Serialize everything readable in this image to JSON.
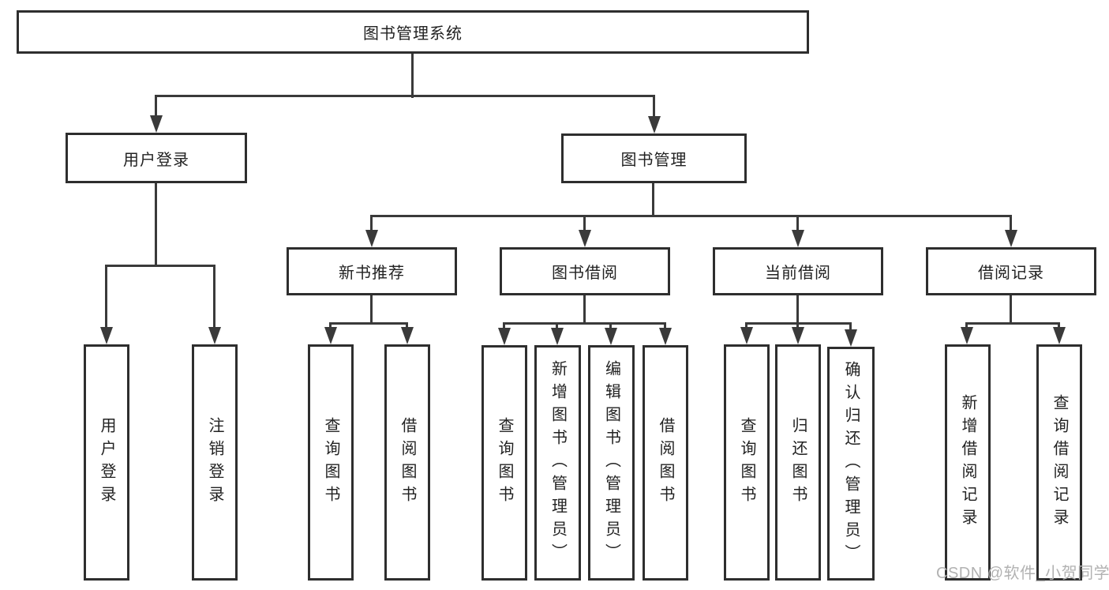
{
  "tree": {
    "root": "图书管理系统",
    "level2": [
      {
        "label": "用户登录",
        "children": [
          "用户登录",
          "注销登录"
        ]
      },
      {
        "label": "图书管理",
        "children": [
          {
            "label": "新书推荐",
            "children": [
              "查询图书",
              "借阅图书"
            ]
          },
          {
            "label": "图书借阅",
            "children": [
              "查询图书",
              "新增图书（管理员）",
              "编辑图书（管理员）",
              "借阅图书"
            ]
          },
          {
            "label": "当前借阅",
            "children": [
              "查询图书",
              "归还图书",
              "确认归还（管理员）"
            ]
          },
          {
            "label": "借阅记录",
            "children": [
              "新增借阅记录",
              "查询借阅记录"
            ]
          }
        ]
      }
    ]
  },
  "watermark": "CSDN @软件_小贺同学",
  "colors": {
    "line": "#3a3a3a",
    "box_border": "#2e2e2e",
    "box_fill": "#ffffff",
    "text": "#222222",
    "watermark": "#b2b2b2",
    "background": "#ffffff"
  }
}
